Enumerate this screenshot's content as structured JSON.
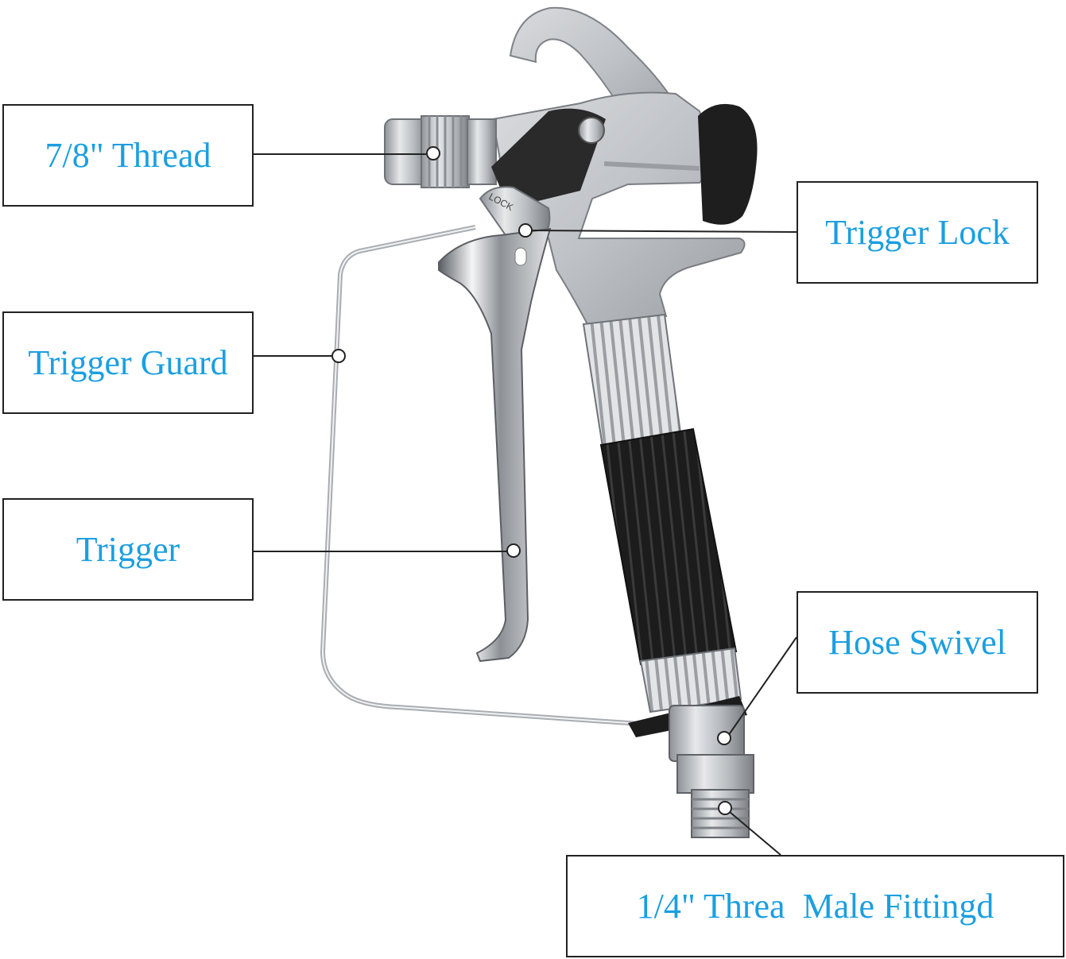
{
  "colors": {
    "label_text": "#1a9fe0",
    "leader_line": "#222222",
    "box_border": "#222222",
    "metal": "#c9ccd0",
    "rubber": "#1b1b1b"
  },
  "labels": {
    "thread_78": "7/8\" Thread",
    "trigger_lock": "Trigger Lock",
    "trigger_guard": "Trigger Guard",
    "trigger": "Trigger",
    "hose_swivel": "Hose Swivel",
    "male_fitting": "1/4\" Threa  Male Fittingd"
  },
  "product": {
    "lock_engraving": "LOCK"
  }
}
